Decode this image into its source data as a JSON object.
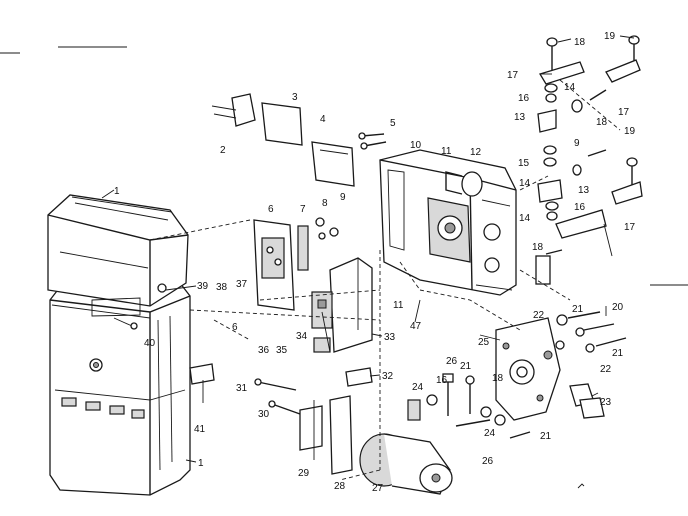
{
  "diagram": {
    "callouts": [
      {
        "id": "c1",
        "text": "1"
      },
      {
        "id": "c1b",
        "text": "1"
      },
      {
        "id": "c2",
        "text": "2"
      },
      {
        "id": "c3",
        "text": "3"
      },
      {
        "id": "c4",
        "text": "4"
      },
      {
        "id": "c5",
        "text": "5"
      },
      {
        "id": "c6",
        "text": "6"
      },
      {
        "id": "c6b",
        "text": "6"
      },
      {
        "id": "c7",
        "text": "7"
      },
      {
        "id": "c8",
        "text": "8"
      },
      {
        "id": "c9",
        "text": "9"
      },
      {
        "id": "c9b",
        "text": "9"
      },
      {
        "id": "c10",
        "text": "10"
      },
      {
        "id": "c11",
        "text": "11"
      },
      {
        "id": "c11b",
        "text": "11"
      },
      {
        "id": "c12",
        "text": "12"
      },
      {
        "id": "c13",
        "text": "13"
      },
      {
        "id": "c13b",
        "text": "13"
      },
      {
        "id": "c14",
        "text": "14"
      },
      {
        "id": "c14b",
        "text": "14"
      },
      {
        "id": "c14c",
        "text": "14"
      },
      {
        "id": "c15",
        "text": "15"
      },
      {
        "id": "c16",
        "text": "16"
      },
      {
        "id": "c16b",
        "text": "16"
      },
      {
        "id": "c16c",
        "text": "16"
      },
      {
        "id": "c17",
        "text": "17"
      },
      {
        "id": "c17b",
        "text": "17"
      },
      {
        "id": "c17c",
        "text": "17"
      },
      {
        "id": "c18",
        "text": "18"
      },
      {
        "id": "c18b",
        "text": "18"
      },
      {
        "id": "c18c",
        "text": "18"
      },
      {
        "id": "c18d",
        "text": "18"
      },
      {
        "id": "c19",
        "text": "19"
      },
      {
        "id": "c19b",
        "text": "19"
      },
      {
        "id": "c20",
        "text": "20"
      },
      {
        "id": "c21",
        "text": "21"
      },
      {
        "id": "c21b",
        "text": "21"
      },
      {
        "id": "c21c",
        "text": "21"
      },
      {
        "id": "c21d",
        "text": "21"
      },
      {
        "id": "c22",
        "text": "22"
      },
      {
        "id": "c22b",
        "text": "22"
      },
      {
        "id": "c23",
        "text": "23"
      },
      {
        "id": "c24",
        "text": "24"
      },
      {
        "id": "c24b",
        "text": "24"
      },
      {
        "id": "c25",
        "text": "25"
      },
      {
        "id": "c26",
        "text": "26"
      },
      {
        "id": "c26b",
        "text": "26"
      },
      {
        "id": "c27",
        "text": "27"
      },
      {
        "id": "c28",
        "text": "28"
      },
      {
        "id": "c29",
        "text": "29"
      },
      {
        "id": "c30",
        "text": "30"
      },
      {
        "id": "c31",
        "text": "31"
      },
      {
        "id": "c32",
        "text": "32"
      },
      {
        "id": "c33",
        "text": "33"
      },
      {
        "id": "c34",
        "text": "34"
      },
      {
        "id": "c35",
        "text": "35"
      },
      {
        "id": "c36",
        "text": "36"
      },
      {
        "id": "c37",
        "text": "37"
      },
      {
        "id": "c38",
        "text": "38"
      },
      {
        "id": "c39",
        "text": "39"
      },
      {
        "id": "c40",
        "text": "40"
      },
      {
        "id": "c41",
        "text": "41"
      },
      {
        "id": "c47",
        "text": "47"
      }
    ]
  }
}
